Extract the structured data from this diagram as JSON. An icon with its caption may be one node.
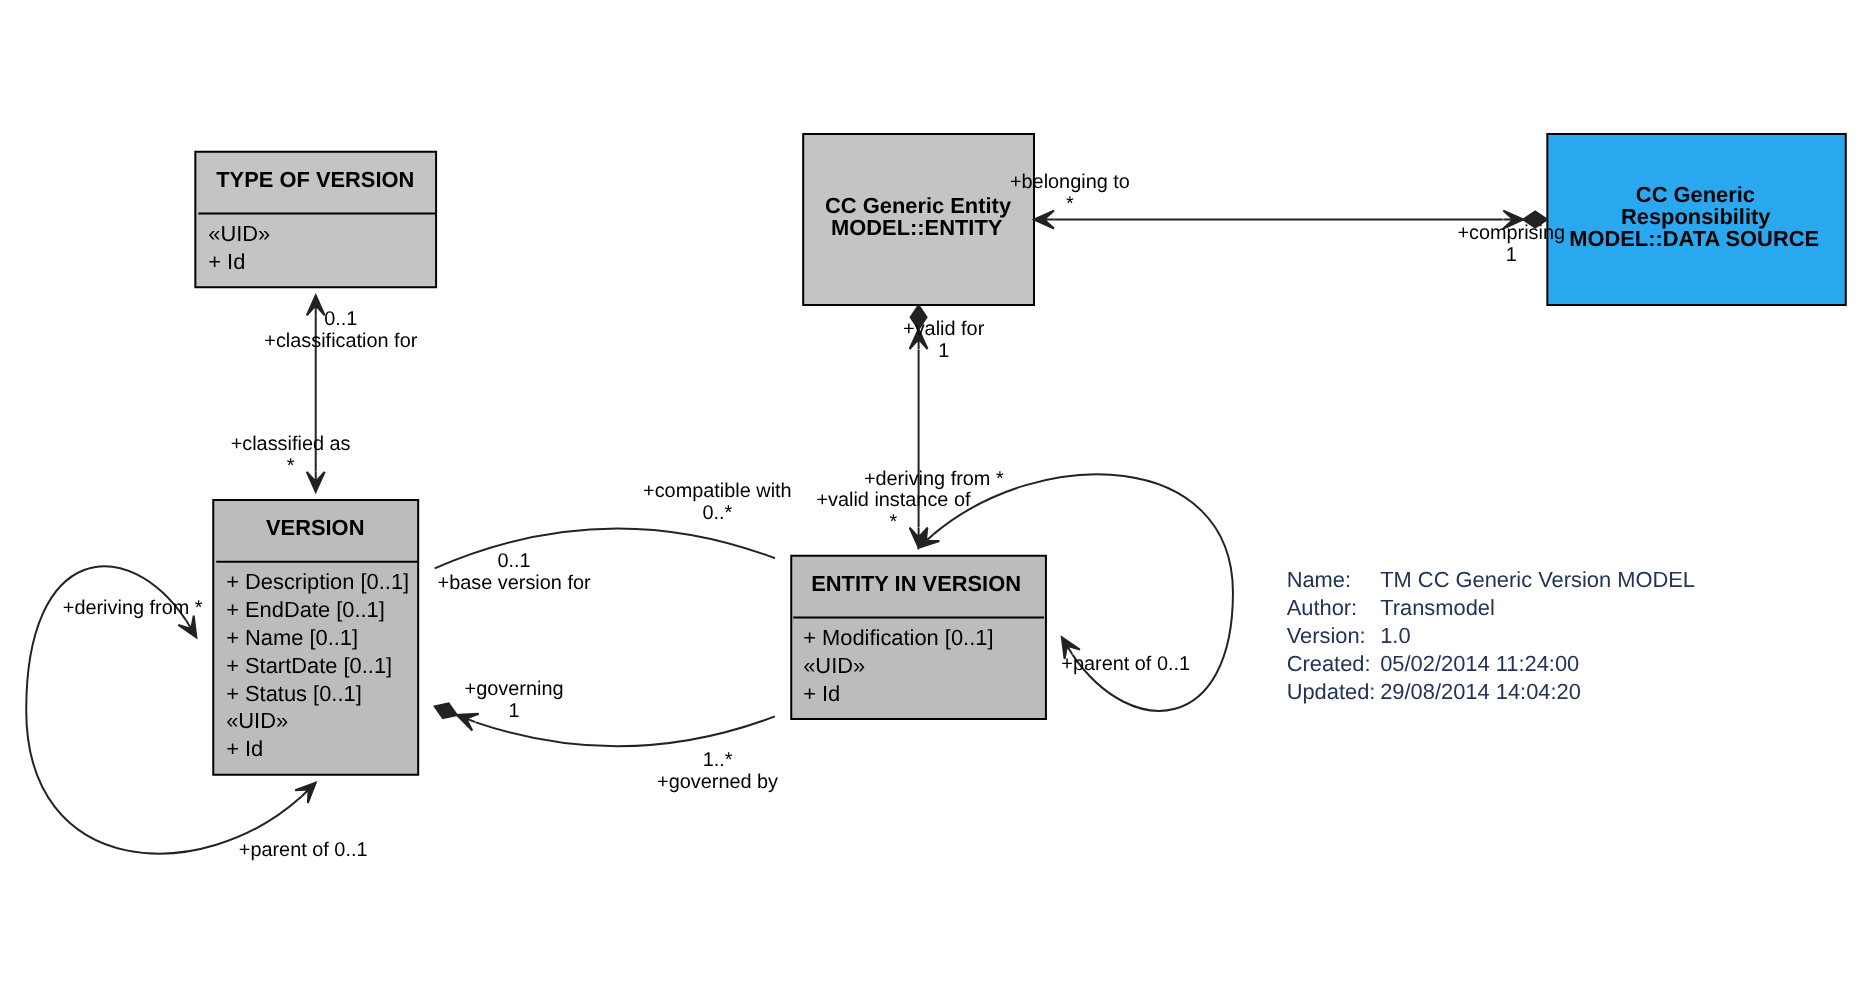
{
  "diagram": {
    "nodes": [
      {
        "text": [
          "TYPE OF VERSION",
          "«UID»",
          "+ Id"
        ]
      },
      {
        "text": [
          "CC Generic Entity MODEL::ENTITY"
        ]
      },
      {
        "text": [
          "CC Generic Responsibility MODEL::DATA SOURCE"
        ]
      },
      {
        "text": [
          "VERSION",
          "+ Description [0..1]",
          "+ EndDate [0..1]",
          "+ Name [0..1]",
          "+ StartDate [0..1]",
          "+ Status [0..1]",
          "«UID»",
          "+ Id"
        ]
      },
      {
        "text": [
          "ENTITY IN VERSION",
          "+ Modification [0..1]",
          "«UID»",
          "+ Id"
        ]
      }
    ],
    "edges": [
      {
        "from": 0,
        "to": 3,
        "arrow": "both"
      },
      {
        "from": 1,
        "to": 2,
        "arrow": "both"
      },
      {
        "from": 4,
        "to": 1,
        "arrow": "both"
      },
      {
        "from": 4,
        "to": 4,
        "arrow": "both"
      },
      {
        "from": 4,
        "to": 3,
        "arrow": "to"
      },
      {
        "from": 3,
        "to": 4,
        "arrow": "none"
      },
      {
        "from": 3,
        "to": 3,
        "arrow": "both"
      }
    ],
    "labels": [
      "+belonging to",
      "*",
      "+comprising",
      "1",
      "0..1",
      "+classification for",
      "+valid for",
      "1",
      "+deriving from *",
      "+classified as",
      "*",
      "+valid instance of",
      "*",
      "+governing",
      "1..*",
      "1",
      "+governed by",
      "+parent of 0..1",
      "+compatible with",
      "0..1",
      "+base version for",
      "0..*",
      "+deriving from *",
      "+parent of 0..1",
      "Name:",
      "TM CC Generic Version MODEL",
      "Author:",
      "Transmodel",
      "Version:",
      "1.0",
      "Created:",
      "05/02/2014 11:24:00",
      "Updated:",
      "29/08/2014 14:04:20"
    ]
  }
}
